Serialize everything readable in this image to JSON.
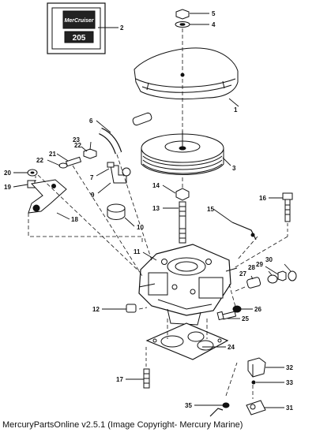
{
  "decal": {
    "brand": "MerCruiser",
    "model": "205"
  },
  "callouts": [
    {
      "id": "part-1",
      "label": "1"
    },
    {
      "id": "part-2",
      "label": "2"
    },
    {
      "id": "part-3",
      "label": "3"
    },
    {
      "id": "part-4",
      "label": "4"
    },
    {
      "id": "part-5",
      "label": "5"
    },
    {
      "id": "part-6",
      "label": "6"
    },
    {
      "id": "part-7",
      "label": "7"
    },
    {
      "id": "part-9",
      "label": "9"
    },
    {
      "id": "part-10",
      "label": "10"
    },
    {
      "id": "part-11",
      "label": "11"
    },
    {
      "id": "part-12",
      "label": "12"
    },
    {
      "id": "part-13",
      "label": "13"
    },
    {
      "id": "part-14",
      "label": "14"
    },
    {
      "id": "part-15",
      "label": "15"
    },
    {
      "id": "part-16",
      "label": "16"
    },
    {
      "id": "part-17",
      "label": "17"
    },
    {
      "id": "part-18",
      "label": "18"
    },
    {
      "id": "part-19",
      "label": "19"
    },
    {
      "id": "part-20",
      "label": "20"
    },
    {
      "id": "part-21",
      "label": "21"
    },
    {
      "id": "part-22a",
      "label": "22"
    },
    {
      "id": "part-22b",
      "label": "22"
    },
    {
      "id": "part-23",
      "label": "23"
    },
    {
      "id": "part-24",
      "label": "24"
    },
    {
      "id": "part-25",
      "label": "25"
    },
    {
      "id": "part-26",
      "label": "26"
    },
    {
      "id": "part-27",
      "label": "27"
    },
    {
      "id": "part-28",
      "label": "28"
    },
    {
      "id": "part-29",
      "label": "29"
    },
    {
      "id": "part-30",
      "label": "30"
    },
    {
      "id": "part-31",
      "label": "31"
    },
    {
      "id": "part-32",
      "label": "32"
    },
    {
      "id": "part-33",
      "label": "33"
    },
    {
      "id": "part-35",
      "label": "35"
    }
  ],
  "footer": {
    "caption": "MercuryPartsOnline v2.5.1 (Image Copyright- Mercury Marine)"
  }
}
